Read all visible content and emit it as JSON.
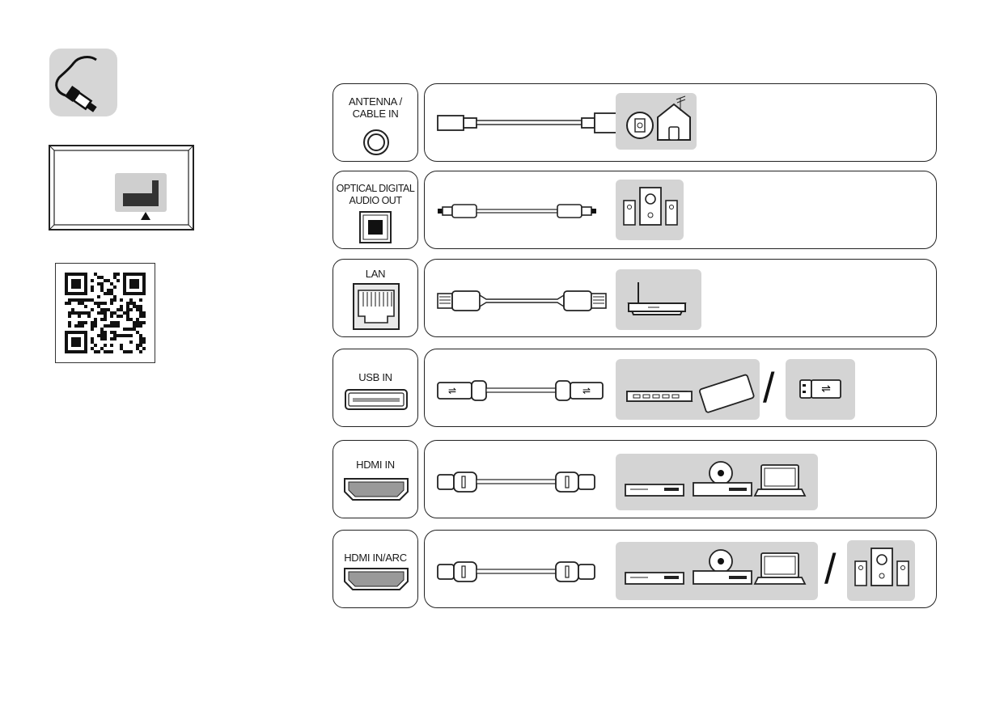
{
  "ports": [
    {
      "label": "ANTENNA /\nCABLE IN",
      "icon": "coax-jack-icon"
    },
    {
      "label": "OPTICAL DIGITAL\nAUDIO OUT",
      "icon": "optical-jack-icon"
    },
    {
      "label": "LAN",
      "icon": "ethernet-jack-icon"
    },
    {
      "label": "USB IN",
      "icon": "usb-jack-icon"
    },
    {
      "label": "HDMI IN",
      "icon": "hdmi-jack-icon"
    },
    {
      "label": "HDMI IN/ARC",
      "icon": "hdmi-jack-icon"
    }
  ],
  "separator": "/",
  "colors": {
    "panel_grey": "#d4d4d4",
    "line": "#222222",
    "badge_grey": "#d6d6d6"
  }
}
